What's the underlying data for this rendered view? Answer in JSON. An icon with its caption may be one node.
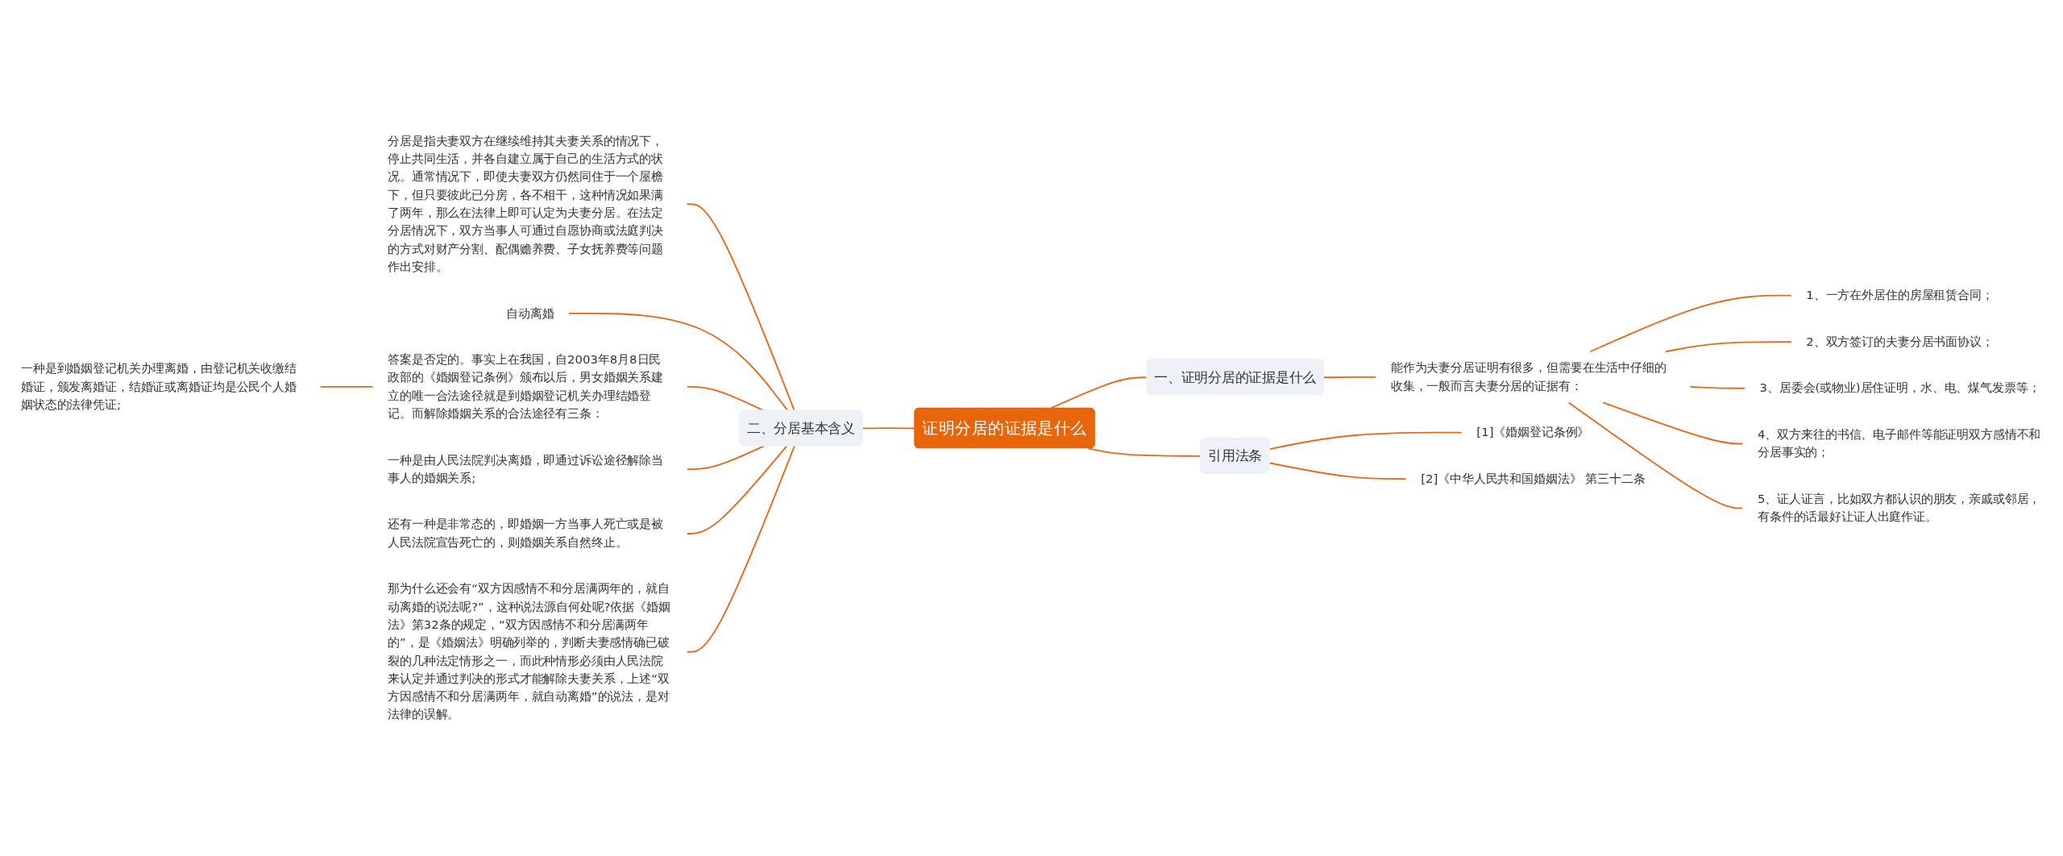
{
  "diagram": {
    "nodes": [
      {
        "text": [
          "证明分居的证据是什么"
        ]
      },
      {
        "text": [
          "一、证明分居的证据是什么"
        ]
      },
      {
        "text": [
          "能作为夫妻分居证明有很多，但需要在生活中仔细的收集，一般而言夫妻分居的证据有："
        ]
      },
      {
        "text": [
          "1、一方在外居住的房屋租赁合同；"
        ]
      },
      {
        "text": [
          "2、双方签订的夫妻分居书面协议；"
        ]
      },
      {
        "text": [
          "3、居委会(或物业)居住证明，水、电、煤气发票等；"
        ]
      },
      {
        "text": [
          "4、双方来往的书信、电子邮件等能证明双方感情不和分居事实的；"
        ]
      },
      {
        "text": [
          "5、证人证言，比如双方都认识的朋友，亲戚或邻居，有条件的话最好让证人出庭作证。"
        ]
      },
      {
        "text": [
          "引用法条"
        ]
      },
      {
        "text": [
          "[1]《婚姻登记条例》"
        ]
      },
      {
        "text": [
          "[2]《中华人民共和国婚姻法》 第三十二条"
        ]
      },
      {
        "text": [
          "二、分居基本含义"
        ]
      },
      {
        "text": [
          "分居是指夫妻双方在继续维持其夫妻关系的情况下，停止共同生活，并各自建立属于自己的生活方式的状况。通常情况下，即使夫妻双方仍然同住于一个屋檐下，但只要彼此已分房，各不相干，这种情况如果满了两年，那么在法律上即可认定为夫妻分居。在法定分居情况下，双方当事人可通过自愿协商或法庭判决的方式对财产分割、配偶赡养费、子女抚养费等问题作出安排。"
        ]
      },
      {
        "text": [
          "自动离婚"
        ]
      },
      {
        "text": [
          "答案是否定的。事实上在我国，自2003年8月8日民政部的《婚姻登记条例》颁布以后，男女婚姻关系建立的唯一合法途径就是到婚姻登记机关办理结婚登记。而解除婚姻关系的合法途径有三条："
        ]
      },
      {
        "text": [
          "一种是到婚姻登记机关办理离婚，由登记机关收缴结婚证，颁发离婚证，结婚证或离婚证均是公民个人婚姻状态的法律凭证;"
        ]
      },
      {
        "text": [
          "一种是由人民法院判决离婚，即通过诉讼途径解除当事人的婚姻关系;"
        ]
      },
      {
        "text": [
          "还有一种是非常态的，即婚姻一方当事人死亡或是被人民法院宣告死亡的，则婚姻关系自然终止。"
        ]
      },
      {
        "text": [
          "那为什么还会有“双方因感情不和分居满两年的，就自动离婚的说法呢?”，这种说法源自何处呢?依据《婚姻法》第32条的规定，“双方因感情不和分居满两年的”，是《婚姻法》明确列举的，判断夫妻感情确已破裂的几种法定情形之一，而此种情形必须由人民法院来认定并通过判决的形式才能解除夫妻关系，上述“双方因感情不和分居满两年，就自动离婚”的说法，是对法律的误解。"
        ]
      }
    ],
    "edges": [
      {
        "from": 0,
        "to": 1,
        "arrow": "none"
      },
      {
        "from": 1,
        "to": 2,
        "arrow": "none"
      },
      {
        "from": 2,
        "to": 3,
        "arrow": "none"
      },
      {
        "from": 2,
        "to": 4,
        "arrow": "none"
      },
      {
        "from": 2,
        "to": 5,
        "arrow": "none"
      },
      {
        "from": 2,
        "to": 6,
        "arrow": "none"
      },
      {
        "from": 2,
        "to": 7,
        "arrow": "none"
      },
      {
        "from": 0,
        "to": 8,
        "arrow": "none"
      },
      {
        "from": 8,
        "to": 9,
        "arrow": "none"
      },
      {
        "from": 8,
        "to": 10,
        "arrow": "none"
      },
      {
        "from": 11,
        "to": 0,
        "arrow": "none"
      },
      {
        "from": 12,
        "to": 11,
        "arrow": "none"
      },
      {
        "from": 13,
        "to": 11,
        "arrow": "none"
      },
      {
        "from": 14,
        "to": 11,
        "arrow": "none"
      },
      {
        "from": 15,
        "to": 14,
        "arrow": "none"
      },
      {
        "from": 16,
        "to": 11,
        "arrow": "none"
      },
      {
        "from": 17,
        "to": 11,
        "arrow": "none"
      },
      {
        "from": 18,
        "to": 11,
        "arrow": "none"
      }
    ]
  }
}
